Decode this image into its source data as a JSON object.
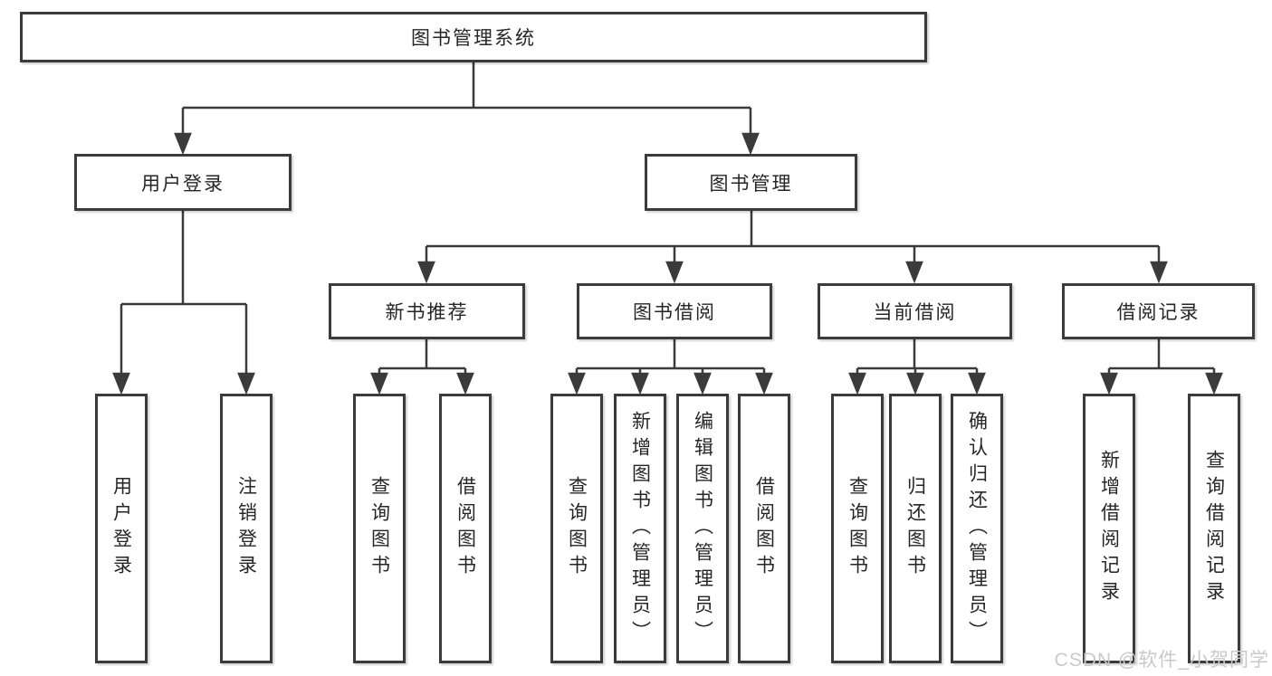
{
  "title": {
    "label": "图书管理系统"
  },
  "level2": {
    "user_login": {
      "label": "用户登录"
    },
    "book_management": {
      "label": "图书管理"
    }
  },
  "level3": {
    "new_book_recommend": {
      "label": "新书推荐"
    },
    "book_borrow": {
      "label": "图书借阅"
    },
    "current_borrow": {
      "label": "当前借阅"
    },
    "borrow_records": {
      "label": "借阅记录"
    }
  },
  "leaves": {
    "user_login": {
      "label": "用户登录"
    },
    "logout": {
      "label": "注销登录"
    },
    "recommend_query_books": {
      "label": "查询图书"
    },
    "recommend_borrow_books": {
      "label": "借阅图书"
    },
    "borrow_query_books": {
      "label": "查询图书"
    },
    "borrow_add_books": {
      "label": "新增图书（管理员）"
    },
    "borrow_edit_books": {
      "label": "编辑图书（管理员）"
    },
    "borrow_borrow_books": {
      "label": "借阅图书"
    },
    "current_query_books": {
      "label": "查询图书"
    },
    "current_return_books": {
      "label": "归还图书"
    },
    "current_confirm_return": {
      "label": "确认归还（管理员）"
    },
    "records_add_record": {
      "label": "新增借阅记录"
    },
    "records_query_record": {
      "label": "查询借阅记录"
    }
  },
  "watermark": {
    "text": "CSDN @软件_小贺同学"
  },
  "colors": {
    "line": "#3b3b3b",
    "box_border": "#3b3b3b",
    "text": "#262626",
    "watermark": "#c9c9c9",
    "background": "#ffffff"
  }
}
